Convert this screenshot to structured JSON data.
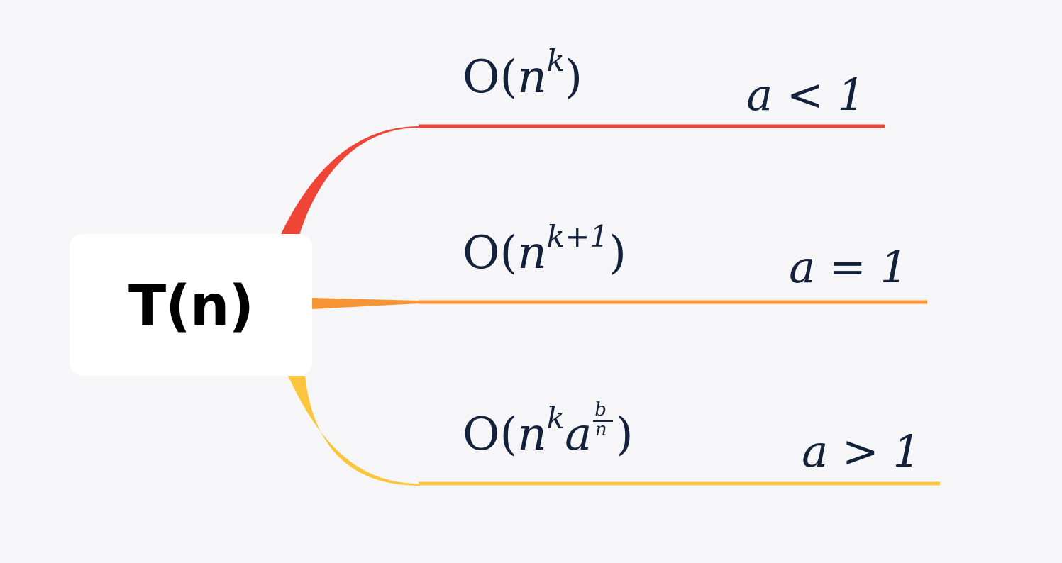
{
  "root": {
    "label": "T(n)"
  },
  "branches": [
    {
      "complexity": {
        "base": "O(",
        "var": "n",
        "exp": "k",
        "close": ")"
      },
      "condition": "a < 1",
      "color": "#ef4537"
    },
    {
      "complexity": {
        "base": "O(",
        "var": "n",
        "exp": "k+1",
        "close": ")"
      },
      "condition": "a = 1",
      "color": "#f79536"
    },
    {
      "complexity": {
        "base": "O(",
        "var": "n",
        "exp": "k",
        "var2": "a",
        "frac_num": "b",
        "frac_den": "n",
        "close": ")"
      },
      "condition": "a > 1",
      "color": "#fbc63d"
    }
  ]
}
